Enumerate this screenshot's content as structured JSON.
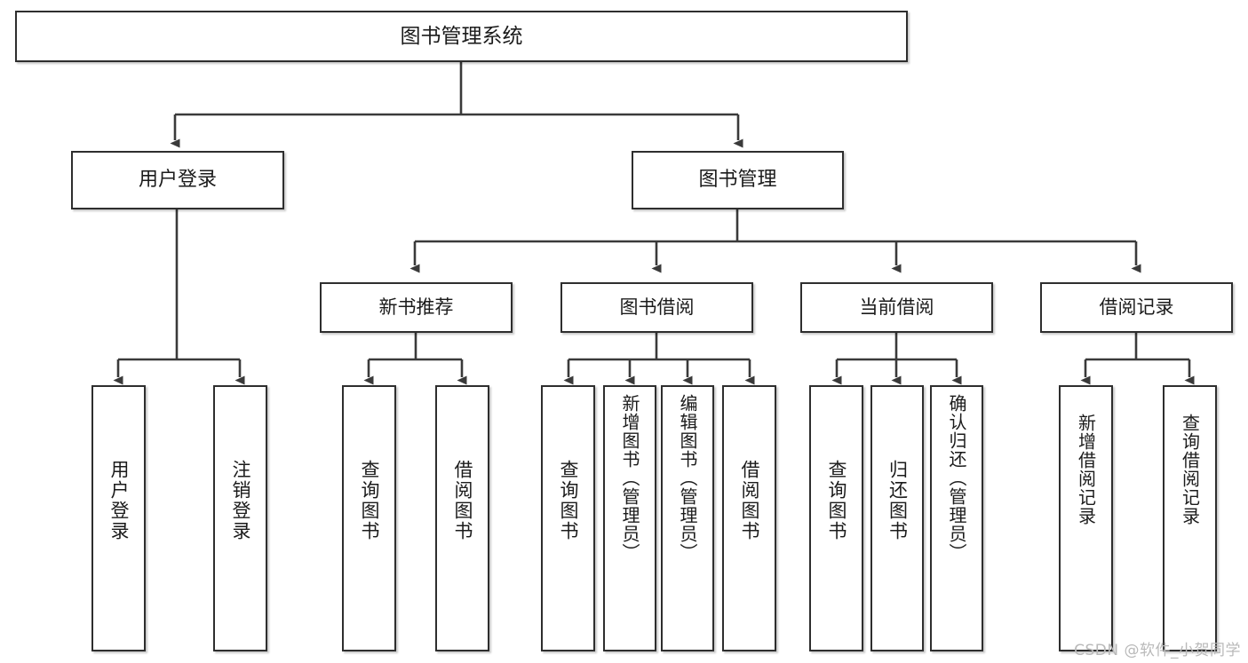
{
  "diagram": {
    "type": "tree-hierarchy",
    "title": "图书管理系统",
    "root": {
      "id": "root",
      "label": "图书管理系统"
    },
    "level2": [
      {
        "id": "user-login",
        "label": "用户登录"
      },
      {
        "id": "book-manage",
        "label": "图书管理"
      }
    ],
    "level3": [
      {
        "id": "new-book-recommend",
        "label": "新书推荐"
      },
      {
        "id": "book-borrow",
        "label": "图书借阅"
      },
      {
        "id": "current-borrow",
        "label": "当前借阅"
      },
      {
        "id": "borrow-record",
        "label": "借阅记录"
      }
    ],
    "leaves": {
      "user_login": [
        {
          "id": "leaf-user-login",
          "label": "用户登录"
        },
        {
          "id": "leaf-logout",
          "label": "注销登录"
        }
      ],
      "new_book_recommend": [
        {
          "id": "leaf-query-book-1",
          "label": "查询图书"
        },
        {
          "id": "leaf-borrow-book-1",
          "label": "借阅图书"
        }
      ],
      "book_borrow": [
        {
          "id": "leaf-query-book-2",
          "label": "查询图书"
        },
        {
          "id": "leaf-add-book",
          "label": "新增图书（管理员）"
        },
        {
          "id": "leaf-edit-book",
          "label": "编辑图书（管理员）"
        },
        {
          "id": "leaf-borrow-book-2",
          "label": "借阅图书"
        }
      ],
      "current_borrow": [
        {
          "id": "leaf-query-book-3",
          "label": "查询图书"
        },
        {
          "id": "leaf-return-book",
          "label": "归还图书"
        },
        {
          "id": "leaf-confirm-return",
          "label": "确认归还（管理员）"
        }
      ],
      "borrow_record": [
        {
          "id": "leaf-add-record",
          "label": "新增借阅记录"
        },
        {
          "id": "leaf-query-record",
          "label": "查询借阅记录"
        }
      ]
    }
  },
  "watermark": {
    "text": "CSDN @软件_小贺同学"
  },
  "colors": {
    "box_border": "#2e2e2e",
    "box_fill": "#ffffff",
    "connector": "#3a3a3a",
    "text": "#1b1b1b",
    "watermark": "#b9b9b9",
    "background": "#ffffff"
  }
}
